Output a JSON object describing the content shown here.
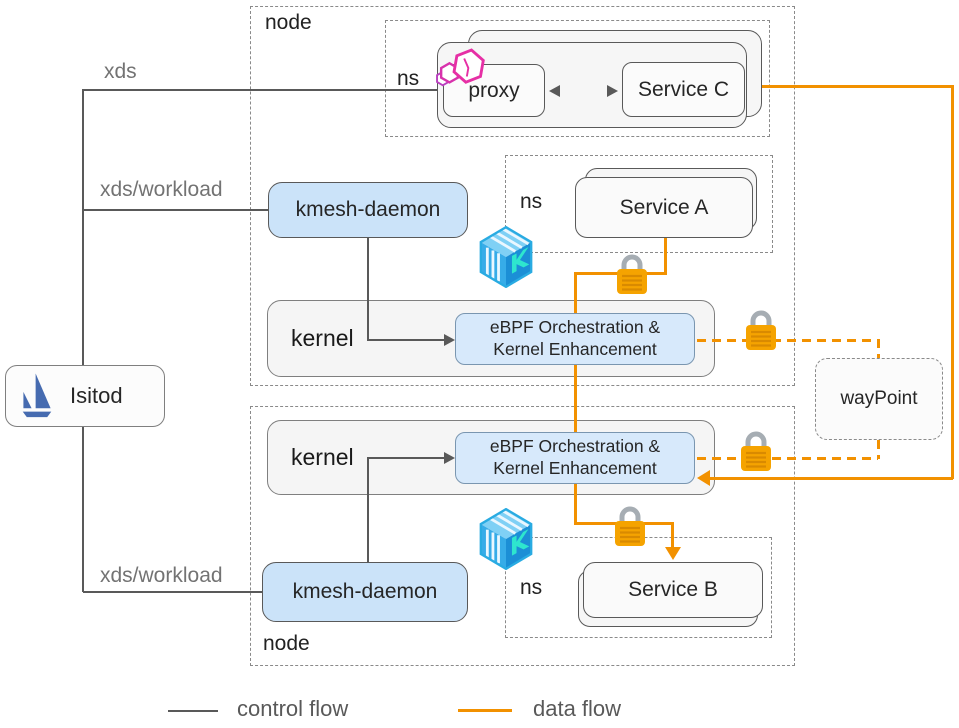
{
  "diagram": {
    "istiod_label": "Isitod",
    "waypoint_label": "wayPoint",
    "edge_labels": {
      "xds": "xds",
      "xds_workload_top": "xds/workload",
      "xds_workload_bottom": "xds/workload"
    },
    "node_top": {
      "label": "node",
      "ns_proxy_label": "ns",
      "proxy": "proxy",
      "service_c": "Service C",
      "kmesh_daemon": "kmesh-daemon",
      "kernel_label": "kernel",
      "ebpf_line1": "eBPF Orchestration &",
      "ebpf_line2": "Kernel Enhancement",
      "ns_a_label": "ns",
      "service_a": "Service A"
    },
    "node_bottom": {
      "label": "node",
      "kernel_label": "kernel",
      "ebpf_line1": "eBPF Orchestration &",
      "ebpf_line2": "Kernel Enhancement",
      "ns_b_label": "ns",
      "service_b": "Service B",
      "kmesh_daemon": "kmesh-daemon"
    },
    "legend": {
      "control": "control flow",
      "data": "data flow"
    },
    "icons": {
      "istiod": "istio-sail-icon",
      "proxy": "pink-hexagon-stack-icon",
      "kmesh": "kmesh-cube-icon",
      "lock": "padlock-icon"
    },
    "colors": {
      "data_flow_orange": "#F29100",
      "control_flow_gray": "#595959",
      "daemon_blue_fill": "#CBE3F9",
      "ebpf_blue_fill": "#D7E9FB",
      "proxy_pink": "#E62FA5",
      "kmesh_blue": "#29ABE2",
      "lock_orange": "#F5A300",
      "istio_blue": "#466BB0"
    }
  }
}
